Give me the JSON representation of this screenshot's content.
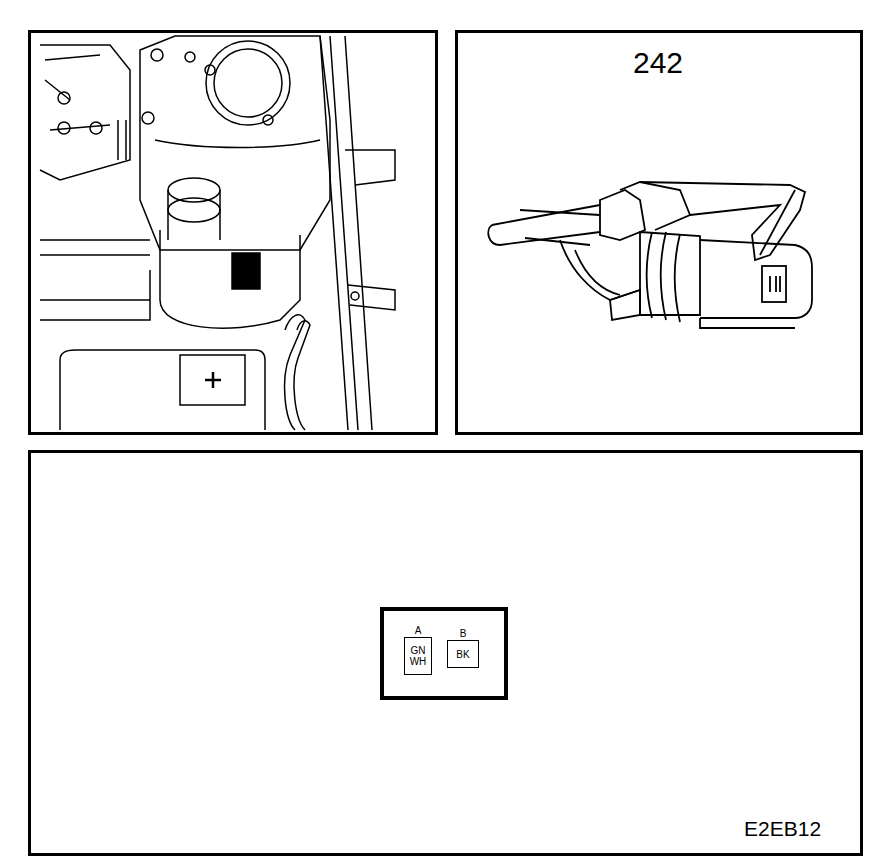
{
  "diagram": {
    "nodes": [
      {
        "text": [
          "A",
          "GN WH"
        ]
      },
      {
        "text": [
          "B",
          "BK"
        ]
      }
    ],
    "labels": [
      "242",
      "E2EB12"
    ]
  }
}
